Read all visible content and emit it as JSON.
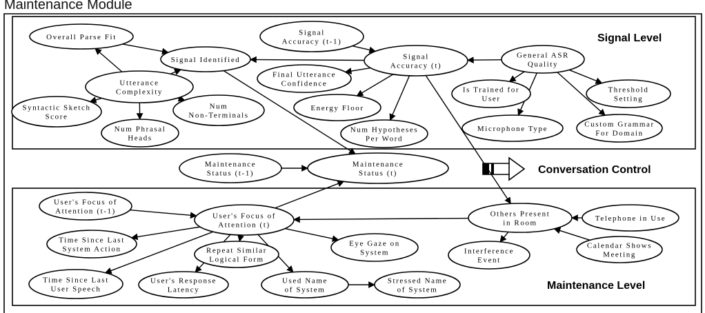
{
  "title": "Maintenance Module",
  "labels": {
    "signal_level": "Signal Level",
    "conversation_control": "Conversation Control",
    "maintenance_level": "Maintenance Level"
  },
  "nodes": {
    "overall_parse_fit": [
      "Overall Parse Fit"
    ],
    "signal_identified": [
      "Signal Identified"
    ],
    "utterance_complexity": [
      "Utterance",
      "Complexity"
    ],
    "syntactic_sketch_score": [
      "Syntactic Sketch",
      "Score"
    ],
    "num_phrasal_heads": [
      "Num Phrasal",
      "Heads"
    ],
    "num_non_terminals": [
      "Num",
      "Non-Terminals"
    ],
    "signal_accuracy_prev": [
      "Signal",
      "Accuracy (t-1)"
    ],
    "signal_accuracy_t": [
      "Signal",
      "Accuracy (t)"
    ],
    "final_utterance_confidence": [
      "Final Utterance",
      "Confidence"
    ],
    "energy_floor": [
      "Energy Floor"
    ],
    "num_hypotheses": [
      "Num Hypotheses",
      "Per Word"
    ],
    "general_asr_quality": [
      "General ASR",
      "Quality"
    ],
    "is_trained_for_user": [
      "Is Trained for",
      "User"
    ],
    "microphone_type": [
      "Microphone Type"
    ],
    "threshold_setting": [
      "Threshold",
      "Setting"
    ],
    "custom_grammar": [
      "Custom Grammar",
      "For Domain"
    ],
    "maintenance_status_prev": [
      "Maintenance",
      "Status (t-1)"
    ],
    "maintenance_status_t": [
      "Maintenance",
      "Status (t)"
    ],
    "users_focus_prev": [
      "User's Focus of",
      "Attention (t-1)"
    ],
    "users_focus_t": [
      "User's Focus of",
      "Attention (t)"
    ],
    "time_since_system_action": [
      "Time Since Last",
      "System Action"
    ],
    "repeat_similar_form": [
      "Repeat Similar",
      "Logical Form"
    ],
    "eye_gaze": [
      "Eye Gaze on",
      "System"
    ],
    "time_since_user_speech": [
      "Time Since Last",
      "User Speech"
    ],
    "users_response_latency": [
      "User's Response",
      "Latency"
    ],
    "used_name": [
      "Used Name",
      "of System"
    ],
    "stressed_name": [
      "Stressed Name",
      "of System"
    ],
    "others_present": [
      "Others Present",
      "in Room"
    ],
    "telephone_in_use": [
      "Telephone in Use"
    ],
    "interference_event": [
      "Interference",
      "Event"
    ],
    "calendar_shows_meeting": [
      "Calendar Shows",
      "Meeting"
    ]
  }
}
